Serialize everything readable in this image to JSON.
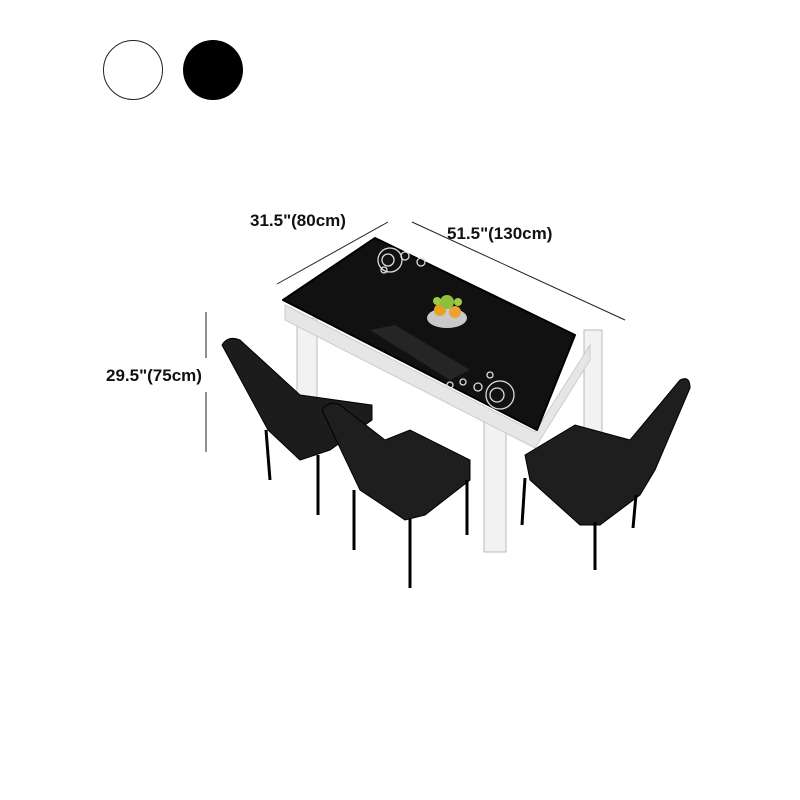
{
  "color_options": [
    {
      "name": "White",
      "hex": "#ffffff"
    },
    {
      "name": "Black",
      "hex": "#000000"
    }
  ],
  "dimensions": {
    "depth": "31.5\"(80cm)",
    "width": "51.5\"(130cm)",
    "height": "29.5\"(75cm)"
  }
}
